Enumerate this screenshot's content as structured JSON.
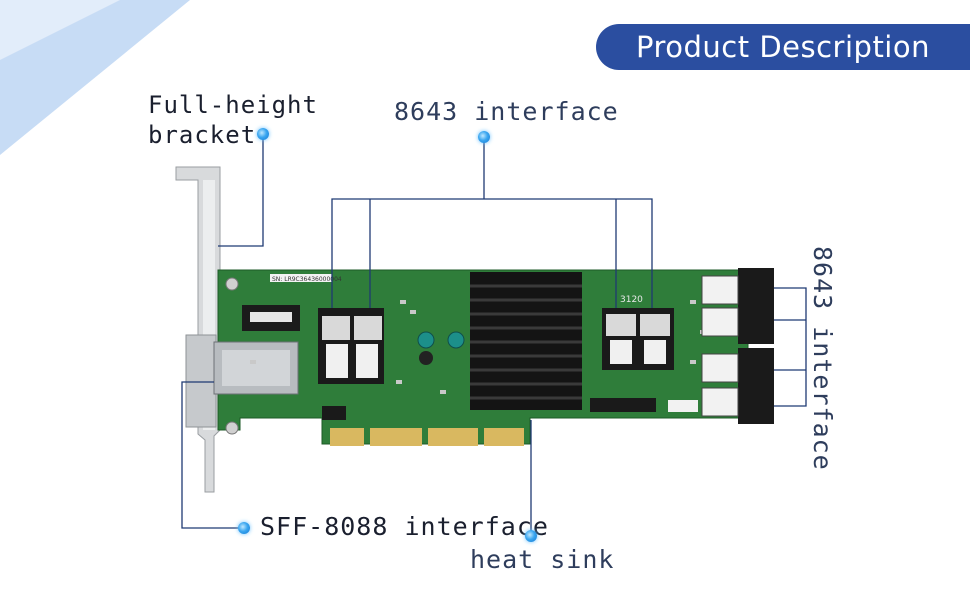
{
  "banner": {
    "title": "Product Description"
  },
  "labels": {
    "bracket_line1": "Full-height",
    "bracket_line2": "bracket",
    "interface_top": "8643 interface",
    "interface_right": "8643 interface",
    "sff": "SFF-8088 interface",
    "heat_sink": "heat sink"
  },
  "board": {
    "serial": "SN: LR9C36436000004",
    "marking": "3120"
  },
  "colors": {
    "banner": "#2b4ea0",
    "pcb": "#2f7d3a",
    "dot": "#1f8fe6",
    "accent": "#c7dcf5"
  }
}
